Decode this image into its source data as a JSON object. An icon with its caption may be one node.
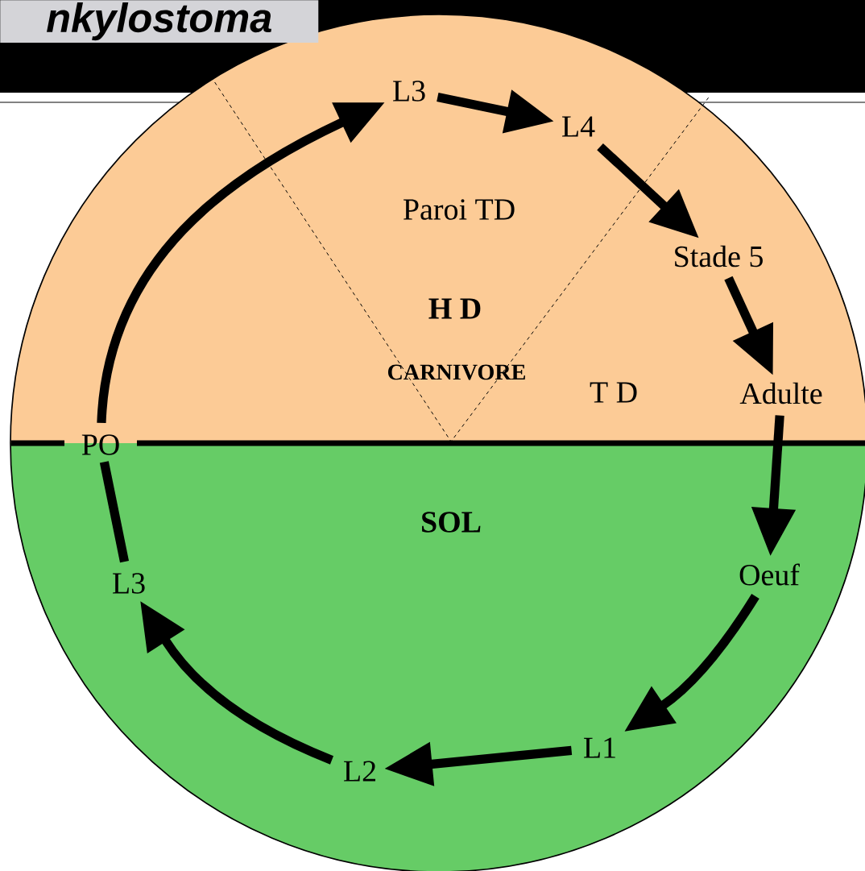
{
  "diagram": {
    "title": "nkylostoma",
    "nodes": [
      {
        "text": [
          "L3"
        ]
      },
      {
        "text": [
          "L4"
        ]
      },
      {
        "text": [
          "Stade 5"
        ]
      },
      {
        "text": [
          "Adulte"
        ]
      },
      {
        "text": [
          "Oeuf"
        ]
      },
      {
        "text": [
          "L1"
        ]
      },
      {
        "text": [
          "L2"
        ]
      },
      {
        "text": [
          "L3"
        ]
      },
      {
        "text": [
          "PO"
        ]
      }
    ],
    "edges": [
      {
        "from": 0,
        "to": 1,
        "arrow": "to"
      },
      {
        "from": 1,
        "to": 2,
        "arrow": "to"
      },
      {
        "from": 2,
        "to": 3,
        "arrow": "to"
      },
      {
        "from": 3,
        "to": 4,
        "arrow": "to"
      },
      {
        "from": 4,
        "to": 5,
        "arrow": "to"
      },
      {
        "from": 5,
        "to": 6,
        "arrow": "to"
      },
      {
        "from": 6,
        "to": 7,
        "arrow": "to"
      },
      {
        "from": 7,
        "to": 8,
        "arrow": "none"
      },
      {
        "from": 8,
        "to": 0,
        "arrow": "to"
      }
    ],
    "labels": [
      "Paroi TD",
      "H D",
      "CARNIVORE",
      "T D",
      "SOL"
    ]
  }
}
